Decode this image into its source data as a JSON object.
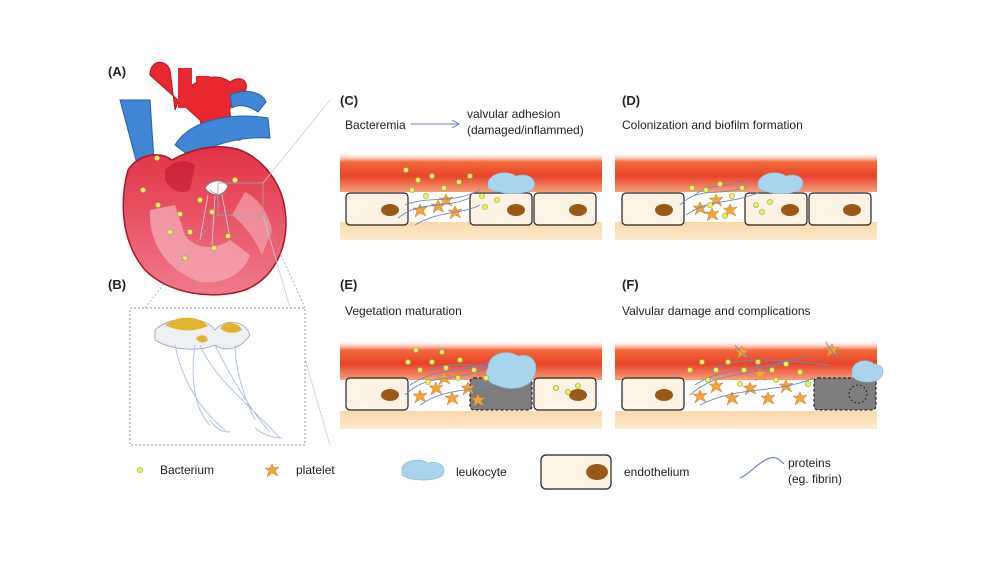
{
  "panels": {
    "a": {
      "label": "(A)"
    },
    "b": {
      "label": "(B)"
    },
    "c": {
      "label": "(C)",
      "caption_left": "Bacteremia",
      "caption_right_1": "valvular adhesion",
      "caption_right_2": "(damaged/inflammed)"
    },
    "d": {
      "label": "(D)",
      "caption": "Colonization and biofilm formation"
    },
    "e": {
      "label": "(E)",
      "caption": "Vegetation maturation"
    },
    "f": {
      "label": "(F)",
      "caption": "Valvular damage and complications"
    }
  },
  "legend": {
    "bacterium": "Bacterium",
    "platelet": "platelet",
    "leukocyte": "leukocyte",
    "endothelium": "endothelium",
    "proteins_1": "proteins",
    "proteins_2": "(eg. fibrin)"
  },
  "colors": {
    "blood_red": "#e8432a",
    "endothelium_fill": "#fdf3e4",
    "nucleus": "#9a5a16",
    "platelet": "#f0a53a",
    "leukocyte": "#a8d4ee",
    "bacterium": "#e9ef6a",
    "fibrin": "#6d86c2",
    "necrotic": "#7d7d7d",
    "aorta_blue": "#3f86d6",
    "heart_red": "#d9243a"
  }
}
